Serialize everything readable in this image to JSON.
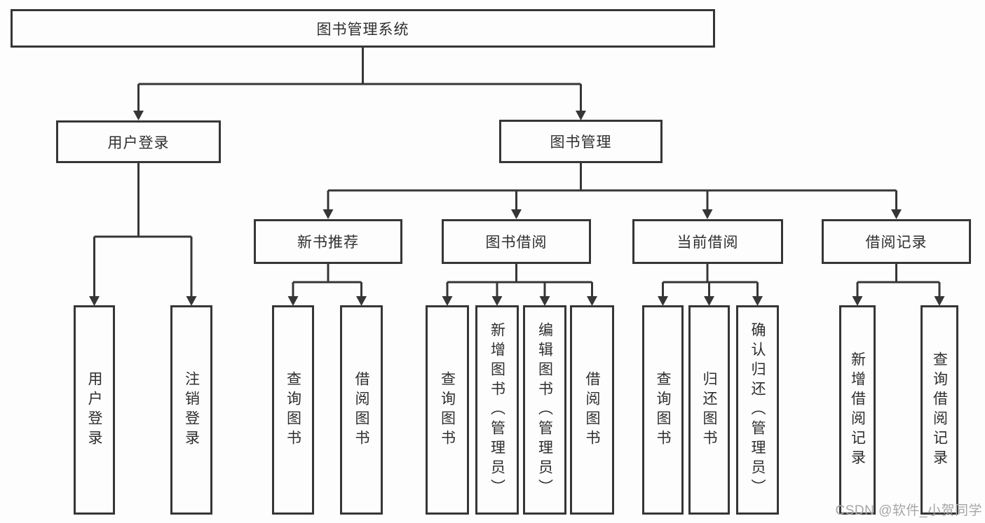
{
  "tree": {
    "root": "图书管理系统",
    "branches": [
      {
        "label": "用户登录",
        "leaves": [
          "用户登录",
          "注销登录"
        ]
      },
      {
        "label": "图书管理",
        "groups": [
          {
            "label": "新书推荐",
            "leaves": [
              "查询图书",
              "借阅图书"
            ]
          },
          {
            "label": "图书借阅",
            "leaves": [
              "查询图书",
              "新增图书（管理员）",
              "编辑图书（管理员）",
              "借阅图书"
            ]
          },
          {
            "label": "当前借阅",
            "leaves": [
              "查询图书",
              "归还图书",
              "确认归还（管理员）"
            ]
          },
          {
            "label": "借阅记录",
            "leaves": [
              "新增借阅记录",
              "查询借阅记录"
            ]
          }
        ]
      }
    ]
  },
  "watermark": "CSDN @软件_小贺同学",
  "colors": {
    "line": "#363636",
    "box_border": "#363636",
    "text": "#2e2e2e",
    "background": "#fdfdfd",
    "watermark": "#a6a6a6"
  }
}
